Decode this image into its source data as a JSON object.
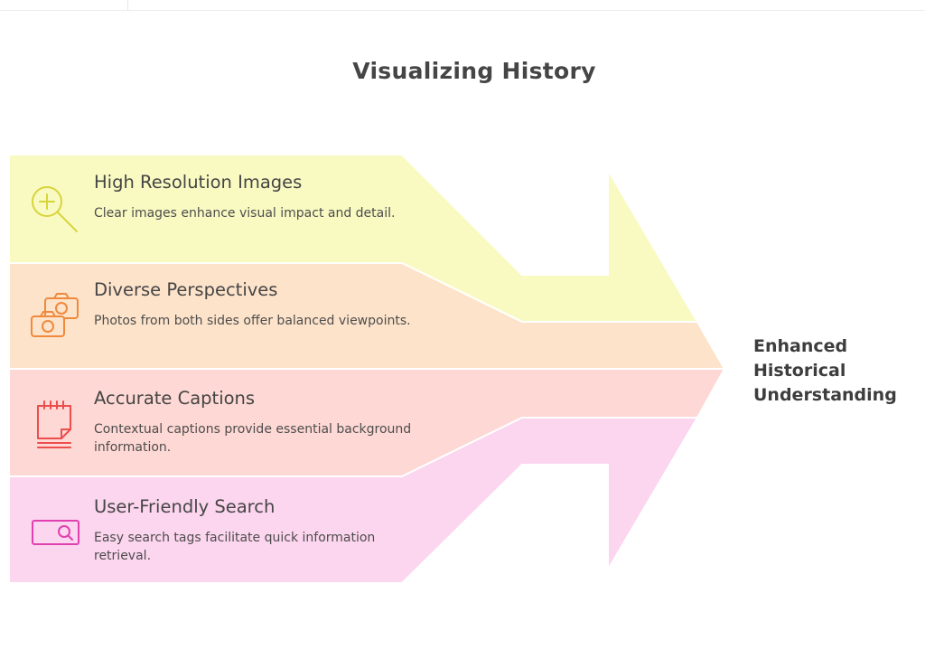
{
  "title": "Visualizing History",
  "items": [
    {
      "title": "High Resolution Images",
      "description": "Clear images enhance visual impact and detail.",
      "icon": "magnifier-plus-icon",
      "fill": "#f9fac2",
      "accent": "#d8d43c"
    },
    {
      "title": "Diverse Perspectives",
      "description": "Photos from both sides offer balanced viewpoints.",
      "icon": "two-cameras-icon",
      "fill": "#fde3ca",
      "accent": "#ef8a3d"
    },
    {
      "title": "Accurate Captions",
      "description": "Contextual captions provide essential background information.",
      "icon": "notepad-icon",
      "fill": "#fed8d4",
      "accent": "#ec4d4d"
    },
    {
      "title": "User-Friendly Search",
      "description": "Easy search tags facilitate quick information retrieval.",
      "icon": "search-bar-icon",
      "fill": "#fcd5ee",
      "accent": "#e040b0"
    }
  ],
  "outcome": "Enhanced Historical Understanding"
}
